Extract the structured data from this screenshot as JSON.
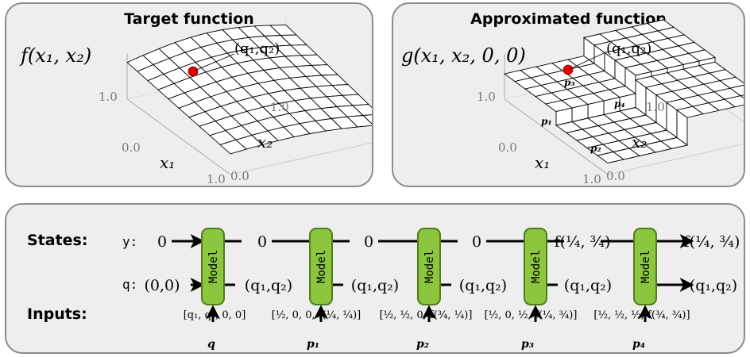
{
  "panels": {
    "target": {
      "title": "Target function",
      "func_label": "f(x₁, x₂)",
      "point_label": "(q₁,q₂)",
      "z_tick_top": "1.0",
      "x_tick_origin": "0.0",
      "x_tick_end": "1.0",
      "y_tick_end": "1.0",
      "y_tick_origin": "0.0",
      "x_axis_label": "x₁",
      "y_axis_label": "x₂"
    },
    "approx": {
      "title": "Approximated function",
      "func_label": "g(x₁, x₂, 0, 0)",
      "point_label": "(q₁,q₂)",
      "p_labels": [
        "p₁",
        "p₂",
        "p₃",
        "p₄"
      ],
      "z_tick_top": "1.0",
      "x_tick_origin": "0.0",
      "x_tick_end": "1.0",
      "y_tick_end": "1.0",
      "y_tick_origin": "0.0",
      "x_axis_label": "x₁",
      "y_axis_label": "x₂"
    }
  },
  "pipeline": {
    "states_label": "States:",
    "inputs_label": "Inputs:",
    "y_row_label": "y:",
    "q_row_label": "q:",
    "model_label": "Model",
    "y_values": [
      "0",
      "0",
      "0",
      "0",
      "f(¼, ¾)",
      "f(¼, ¾)"
    ],
    "q_values": [
      "(0,0)",
      "(q₁,q₂)",
      "(q₁,q₂)",
      "(q₁,q₂)",
      "(q₁,q₂)",
      "(q₁,q₂)"
    ],
    "inputs": [
      {
        "vector": "[q₁, q₂, 0, 0]",
        "name": "q"
      },
      {
        "vector": "[½, 0, 0, f(¼, ¼)]",
        "name": "p₁"
      },
      {
        "vector": "[½, ½, 0, f(¾, ¼)]",
        "name": "p₂"
      },
      {
        "vector": "[½, 0, ½, f(¼, ¾)]",
        "name": "p₃"
      },
      {
        "vector": "[½, ½, ½, f(¾, ¾)]",
        "name": "p₄"
      }
    ]
  },
  "colors": {
    "panel_bg": "#eeeeee",
    "panel_border": "#8c8c8c",
    "model_fill": "#8cc63f",
    "model_stroke": "#4e7d1b",
    "point": "#e00000"
  }
}
